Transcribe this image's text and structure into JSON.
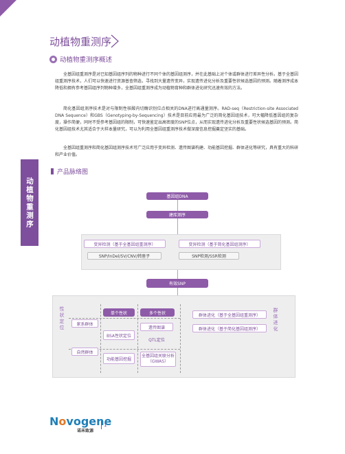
{
  "page": {
    "title": "动植物重测序",
    "side_tab": "动植物重测序",
    "subhead": "动植物重测序概述",
    "paragraphs": [
      "全基因组重测序是对已知基因组序列的物种进行不同个体的基因组测序，并在此基础上对个体或群体进行差异性分析。基于全基因组重测序技术，人们可以快速进行资源普查筛选，寻找到大量遗传变异，实现遗传进化分析及重要性状候选基因的预测。随着测序成本降低和拥有参考基因组序列物种增多，全基因组重测序成为动植物育种和群体进化研究迅速有效的方法。",
      "简化基因组测序技术是对与限制性核酸内切酶识别位点相关的DNA进行高通量测序。RAD-seq（Restriction-site Associated DNA Sequence）和GBS（Genotyping-by-Sequencing）技术是目前应用最为广泛的简化基因组技术，可大幅降低基因组的复杂度，操作简便，同时不受参考基因组的限制，可快速鉴定出高密度的SNP位点，从而实现遗传进化分析及重要性状候选基因的预测。简化基因组技术尤其适合于大样本量研究，可以为利用全基因组重测序技术做深度信息挖掘奠定坚实的基础。",
      "全基因组重测序和简化基因组测序技术可广泛应用于变异检测、遗传图谱构建、功能基因挖掘、群体进化等研究，具有重大的科研和产业价值。"
    ],
    "section_title": "产品脉络图"
  },
  "diagram": {
    "genome_dna": "基因组DNA",
    "library": "建库测序",
    "wgs_detect": "变异检测（基于全基因组重测序）",
    "wgs_types": "SNP/InDel/SV/CNV/转座子",
    "gbs_detect": "变异检测（基于简化基因组测序）",
    "gbs_types": "SNP检测/SSR检测",
    "effective_snp": "有效SNP",
    "trait_label": "性状定位",
    "single_trait": "单个性状",
    "multi_trait": "多个性状",
    "family_pop": "家系群体",
    "natural_pop": "自然群体",
    "bsa": "BSA性状定位",
    "genetic_map": "遗传图谱",
    "qtl": "QTL定位",
    "gwas": "全基因组关联分析（GWAS）",
    "func_gene": "功能基因挖掘",
    "evo_label": "群体进化",
    "evo_wgs": "群体进化（基于全基因组重测序）",
    "evo_gbs": "群体进化（基于简化基因组测序）"
  },
  "footer": {
    "logo_n": "N",
    "logo_o": "o",
    "logo_rest": "vogene",
    "logo_sub": "诺禾致源",
    "page_number": "1"
  },
  "colors": {
    "brand_purple": "#7e4f9c",
    "logo_blue": "#1f7fb8",
    "logo_orange": "#e07a2a"
  }
}
